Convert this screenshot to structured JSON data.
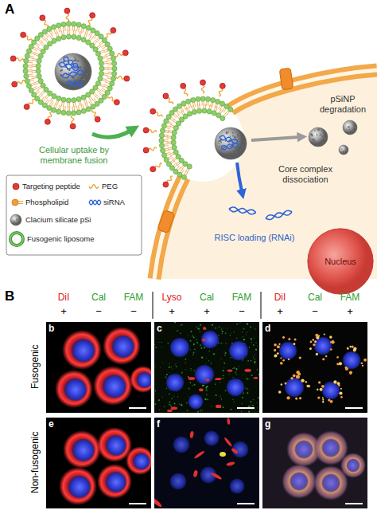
{
  "diagram": {
    "nodes": [
      {
        "text": [
          "Nucleus"
        ]
      },
      {
        "text": [
          "b"
        ]
      },
      {
        "text": [
          "c"
        ]
      },
      {
        "text": [
          "d"
        ]
      },
      {
        "text": [
          "e"
        ]
      },
      {
        "text": [
          "f"
        ]
      },
      {
        "text": [
          "g"
        ]
      }
    ],
    "labels": [
      "A",
      "Cellular uptake by membrane fusion",
      "pSiNP degradation",
      "Core complex dissociation",
      "RISC loading (RNAi)",
      "B",
      "DiI",
      "Cal",
      "FAM",
      "+",
      "−",
      "−",
      "Lyso",
      "Cal",
      "FAM",
      "+",
      "+",
      "−",
      "DiI",
      "Cal",
      "FAM",
      "+",
      "−",
      "+",
      "Fusogenic",
      "Non-fusogenic"
    ],
    "legend": [
      {
        "text": "Targeting peptide"
      },
      {
        "text": "PEG"
      },
      {
        "text": "Phospholipid"
      },
      {
        "text": "siRNA"
      },
      {
        "text": "Clacium silicate pSi"
      },
      {
        "text": "Fusogenic liposome"
      }
    ]
  }
}
